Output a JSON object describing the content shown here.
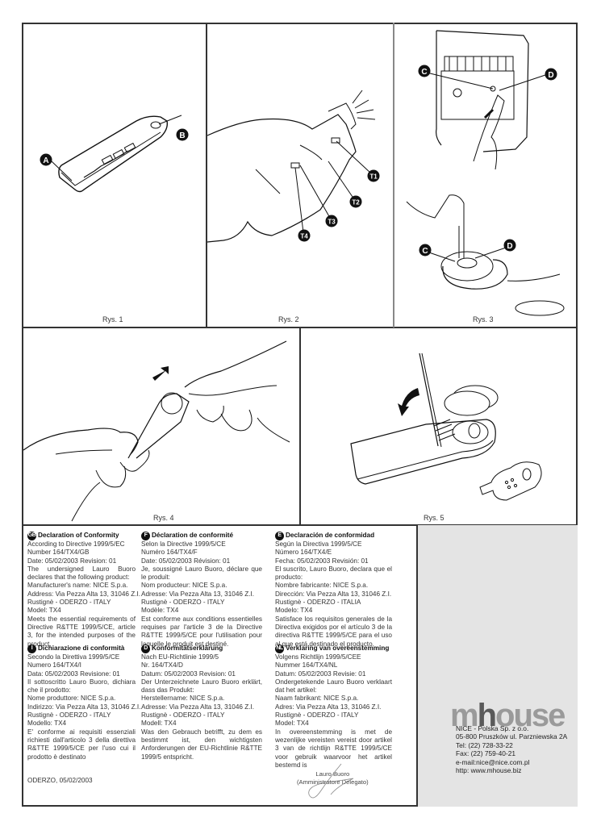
{
  "figures": [
    {
      "caption": "Rys. 1",
      "callouts": [
        "A",
        "B"
      ]
    },
    {
      "caption": "Rys. 2",
      "callouts": [
        "T1",
        "T2",
        "T3",
        "T4"
      ]
    },
    {
      "caption": "Rys. 3",
      "callouts": [
        "C",
        "D",
        "C",
        "D"
      ]
    },
    {
      "caption": "Rys. 4",
      "callouts": []
    },
    {
      "caption": "Rys. 5",
      "callouts": []
    }
  ],
  "declarations": [
    {
      "badge": "GB",
      "title": "Declaration of Conformity",
      "lines": [
        "According to Directive 1999/5/EC",
        "Number 164/TX4/GB",
        "Date: 05/02/2003  Revision: 01"
      ],
      "intro": "The undersigned Lauro Buoro declares that the following product:",
      "details": [
        "Manufacturer's name: NICE S.p.a.",
        "Address: Via Pezza Alta 13, 31046 Z.I.",
        "Rustignè - ODERZO - ITALY",
        "Model: TX4"
      ],
      "statement": "Meets the essential requirements of Directive R&TTE 1999/5/CE, article 3, for the intended purposes of the product."
    },
    {
      "badge": "F",
      "title": "Déclaration de conformité",
      "lines": [
        "Selon la Directive 1999/5/CE",
        "Numéro 164/TX4/F",
        "Date: 05/02/2003  Révision: 01"
      ],
      "intro": "Je, soussigné Lauro Buoro, déclare que le produit:",
      "details": [
        "Nom producteur: NICE S.p.a.",
        "Adresse: Via Pezza Alta 13, 31046 Z.I.",
        "Rustignè - ODERZO - ITALY",
        "Modèle: TX4"
      ],
      "statement": "Est conforme aux conditions essentielles requises par l'article 3 de la Directive R&TTE 1999/5/CE pour l'utilisation pour laquelle le produit est destiné."
    },
    {
      "badge": "E",
      "title": "Declaración de conformidad",
      "lines": [
        "Según la Directiva 1999/5/CE",
        "Número 164/TX4/E",
        "Fecha: 05/02/2003  Revisión: 01"
      ],
      "intro": "El suscrito, Lauro Buoro, declara que el producto:",
      "details": [
        "Nombre fabricante: NICE S.p.a.",
        "Dirección: Via Pezza Alta 13, 31046 Z.I.",
        "Rustignè - ODERZO - ITALIA",
        "Modelo: TX4"
      ],
      "statement": "Satisface los requisitos generales de la Directiva exigidos por el artículo 3 de la directiva R&TTE 1999/5/CE para el uso al que está destinado el producto."
    },
    {
      "badge": "I",
      "title": "Dichiarazione di conformità",
      "lines": [
        "Secondo la Direttiva 1999/5/CE",
        "Numero 164/TX4/I",
        "Data: 05/02/2003  Revisione: 01"
      ],
      "intro": "Il sottoscritto Lauro Buoro, dichiara che il prodotto:",
      "details": [
        "Nome produttore: NICE S.p.a.",
        "Indirizzo: Via Pezza Alta 13, 31046 Z.I.",
        "Rustignè - ODERZO - ITALY",
        "Modello: TX4"
      ],
      "statement": "E' conforme ai requisiti essenziali richiesti dall'articolo 3 della direttiva R&TTE 1999/5/CE per l'uso cui il prodotto è destinato"
    },
    {
      "badge": "D",
      "title": "Konformitätserklärung",
      "lines": [
        "Nach EU-Richtlinie 1999/5",
        "Nr. 164/TX4/D",
        "Datum: 05/02/2003  Revision: 01"
      ],
      "intro": "Der Unterzeichnete Lauro Buoro erklärt, dass das Produkt:",
      "details": [
        "Herstellername: NICE S.p.a.",
        "Adresse: Via Pezza Alta 13, 31046 Z.I.",
        "Rustignè - ODERZO - ITALY",
        "Modell: TX4"
      ],
      "statement": "Was den Gebrauch betrifft, zu dem es bestimmt ist, den wichtigsten Anforderungen der EU-Richtlinie R&TTE 1999/5 entspricht."
    },
    {
      "badge": "NL",
      "title": "Verklaring van overeenstemming",
      "lines": [
        "Volgens Richtlijn 1999/5/CEE",
        "Nummer 164/TX4/NL",
        "Datum: 05/02/2003  Revisie: 01"
      ],
      "intro": "Ondergetekende Lauro Buoro verklaart dat het artikel:",
      "details": [
        "Naam fabrikant: NICE S.p.a.",
        "Adres: Via Pezza Alta 13, 31046 Z.I.",
        "Rustignè - ODERZO - ITALY",
        "Model: TX4"
      ],
      "statement": "In overeenstemming is met de wezenlijke vereisten vereist door artikel 3 van de richtlijn R&TTE 1999/5/CE voor gebruik waarvoor het artikel bestemd is"
    }
  ],
  "footer": {
    "place_date": "ODERZO, 05/02/2003",
    "signatory_name": "Lauro Buoro",
    "signatory_role": "(Amministratore Delegato)"
  },
  "company": {
    "logo_prefix": "m",
    "logo_highlight": "h",
    "logo_suffix": "ouse",
    "lines": [
      "NICE - Polska Sp. z o.o.",
      "05-800 Pruszków ul. Parzniewska 2A",
      "Tel: (22) 728-33-22",
      "Fax: (22) 759-40-21",
      "e-mail:nice@nice.com.pl",
      "http: www.mhouse.biz"
    ]
  }
}
